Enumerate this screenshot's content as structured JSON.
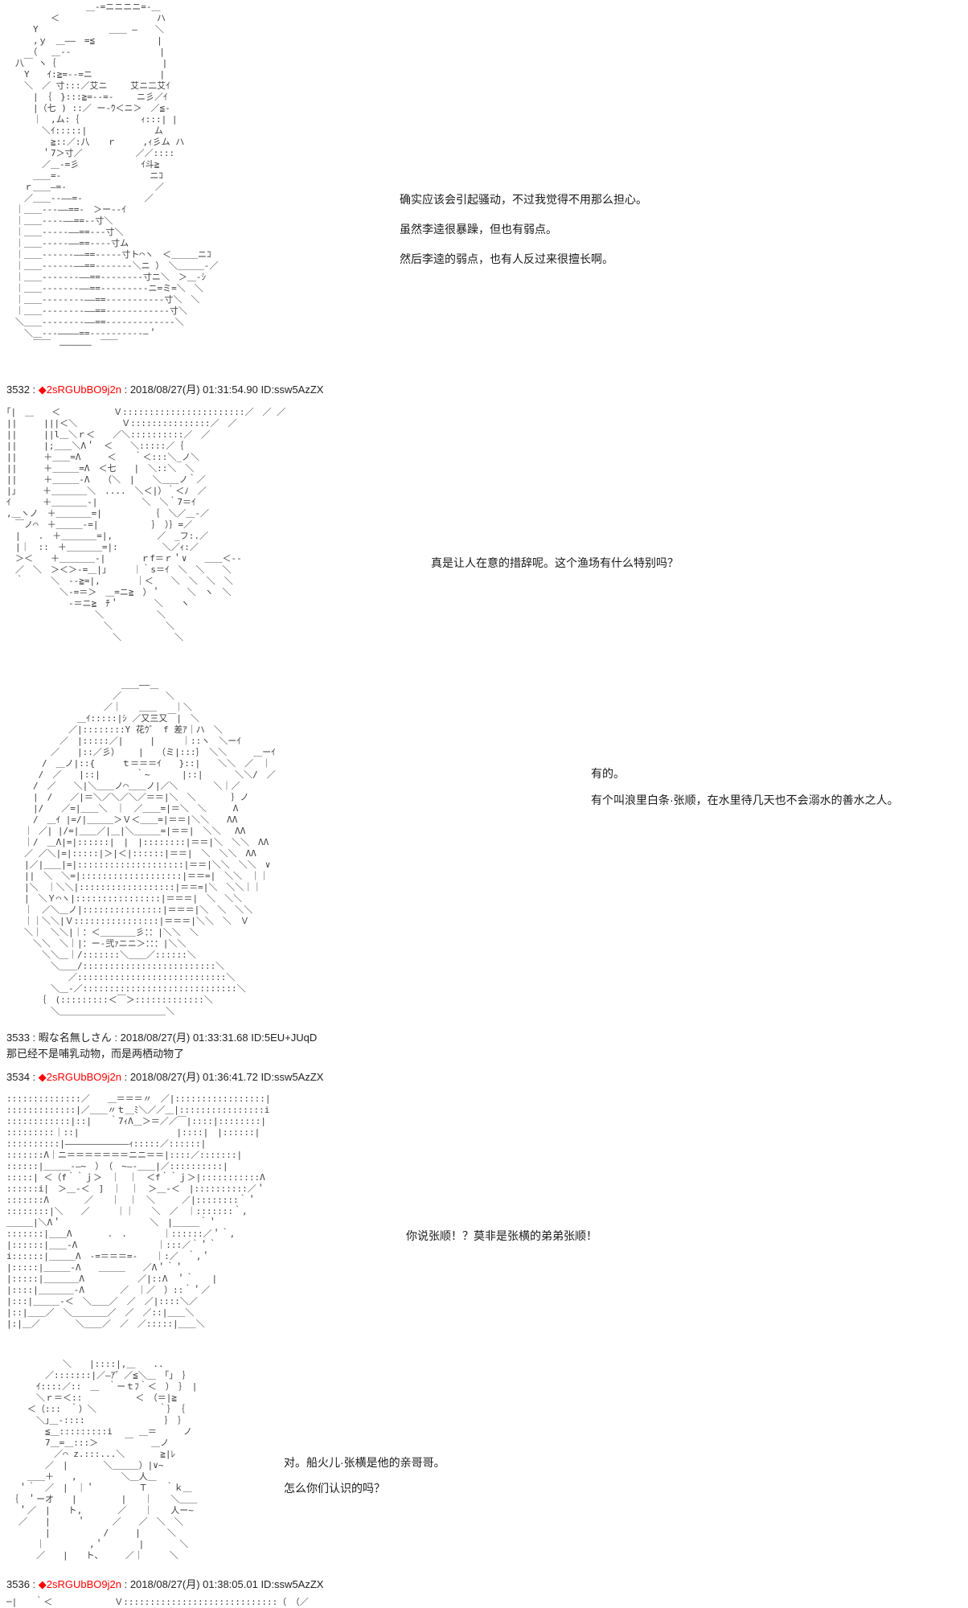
{
  "colors": {
    "background": "#ffffff",
    "text": "#222222",
    "tripcode_red": "#ff0000",
    "aa_text": "#3c3c3c"
  },
  "posts": {
    "p3532": {
      "prefix": "3532 : ",
      "name": "◆2sRGUbBO9j2n",
      "rest": " : 2018/08/27(月) 01:31:54.90 ID:ssw5AzZX"
    },
    "p3533": {
      "prefix": "3533 : ",
      "name": "暇な名無しさん",
      "rest": " : 2018/08/27(月) 01:33:31.68 ID:5EU+JUqD",
      "body": "那已经不是哺乳动物，而是两栖动物了"
    },
    "p3534": {
      "prefix": "3534 : ",
      "name": "◆2sRGUbBO9j2n",
      "rest": " : 2018/08/27(月) 01:36:41.72 ID:ssw5AzZX"
    },
    "p3536": {
      "prefix": "3536 : ",
      "name": "◆2sRGUbBO9j2n",
      "rest": " : 2018/08/27(月) 01:38:05.01 ID:ssw5AzZX"
    }
  },
  "dialogues": {
    "d1": {
      "lines": [
        "确实应该会引起骚动，不过我觉得不用那么担心。",
        "虽然李逵很暴躁，但也有弱点。",
        "然后李逵的弱点，也有人反过来很擅长啊。"
      ]
    },
    "d2": {
      "lines": [
        "真是让人在意的措辞呢。这个渔场有什么特别吗？"
      ]
    },
    "d3": {
      "lines": [
        "有的。",
        "有个叫浪里白条·张顺，在水里待几天也不会溺水的善水之人。"
      ]
    },
    "d4": {
      "lines": [
        "你说张顺！？莫非是张横的弟弟张顺！"
      ]
    },
    "d5": {
      "lines": [
        "对。船火儿·张横是他的亲哥哥。",
        "怎么你们认识的吗？"
      ]
    }
  },
  "ascii_art": {
    "block1": {
      "lines": [
        "　　　　　　　　　＿-=ニニニニ=-＿",
        "　　　　　＜　　　　　　　　　　　ハ",
        "　　　Y　　　　　　　　＿＿ ―　　＼",
        "　　　,ｙ　＿――　=≦　　　　　　　|",
        "　　　（　 ＿--　　　　　　　　　　|",
        "　八￣ ヽ｛　　　　　　　　　　　　|",
        "　　Y　　ｲ:≧=--=ニ　　　　　　　 |",
        "　　＼　／ 寸:::／艾ニ　　 艾ニ二艾ｲ",
        "　　　|　｛　}:::≧=--=-　　 ニ彡／ｲ",
        "　　　|（七 ) ::／ ー-ｳ＜ニ＞　／≦-",
        "　　　｜　,ム:｛　　　　　　　ｨ:::| |",
        "　　　　＼ｲ:::::|　　　　　　　 ム",
        "　　　　　≧::／:八　　ｒ　　　,ｨ彡ム ハ",
        "　　　　＇7＞寸／　　　　　　／／::::",
        "　　　　／＿-=彡　　　　　　　ｲ斗≧",
        "　　　＿＿=-　　　　　　　　　　ニｺ",
        "　　ｒ＿＿―=-　　　　　　　　　　／",
        "　　／＿＿--――=-　　　　　　　／",
        "　｜＿＿---――==-　＞ー--ｲ",
        "　｜＿＿----――==--寸＼",
        "　｜＿＿-----――==---寸＼",
        "　｜＿＿-----――==----寸ム",
        "　｜＿＿------――==-----寸ト⌒ヽ　＜＿＿＿ニｺ",
        "　｜＿＿------――==-------＼ニ ）　＼＿＿＿-／",
        "　｜＿＿-------――==--------寸ニ＼　＞＿-ｼ",
        "　｜＿＿-------――==---------ニ=ミ=＼　＼",
        "　｜＿＿--------――==-----------寸＼　＼",
        "　｜＿＿--------――==------------寸＼",
        "　＼＿＿--------――==-------------＼",
        "　　＼＿---――――==----------―＇",
        "　　　￣￣　――――――　￣￣"
      ]
    },
    "block2": {
      "lines": [
        "｢|　＿　　＜　　　　　　Ｖ:::::::::::::::::::::::／　／ ／",
        "||　　　|||＜＼　　　　　Ｖ:::::::::::::::／　／",
        "||　　　||l＿＼ｒ＜　　／＼::::::::::／　／",
        "||　　　|;＿＿＼Λ＇　＜　　＼:::::／｛",
        "||　　　＋＿＿=Λ　　　＜　　｀＜:::＼_ノ＼",
        "||　　　＋＿＿＿=Λ　＜七　　|　＼::＼　＼",
        "||　　　＋＿＿＿‐Λ　　（＼　|　　＼＿＿ノ｀／",
        "|｣　　　＋＿＿＿＿＼　....　＼＜|）｀＜ﾉ　／",
        "ｲ　　　 ＋＿＿＿＿‐|　　　　　＼　＼｀7＝ｲ",
        ",＿ヽノ　＋＿＿＿＿=|　　　　　　｛　＼／＿-／",
        "　￣ノ⌒　＋＿＿＿‐=|　　　　　　｝　）｝=／",
        "　|　　.　＋＿＿＿＿=|,　　　　　／　_フ:.／",
        "　|｜　::　＋＿＿＿＿=|:　　　　　＼／ｨ:／",
        "　＞＜　　＋＿＿＿＿‐|　　　　ｒf＝ｒ＇∨　　＿＿＜--",
        "　／　＼　＞＜＞-=＿|｣　　　｜｀s＝ｲ　＼　＼　　＼",
        "　｀　　　＼　--≧=|,　　　　｜＜　　＼　＼　＼　＼",
        "　　　　　　＼-=＝＞　＿=ニ≧　）＇　　　＼　ヽ　＼",
        "　　　　　　　-＝ニ≧　ﾁ＇　　　　＼　　ヽ",
        "　　　　　　　　　　＼　　　　　　＼",
        "　　　　　　　　　　　＼　　　　　　＼",
        "　　　　　　　　　　　　＼　　　　　　＼"
      ]
    },
    "block3": {
      "lines": [
        "　　　　　　　　　　　＿＿――＿",
        "　　　　　　　　　　／　　　　　＼",
        "　　　　　　　　　／｜　　＿＿　　｜＼",
        "　　　　　　＿ｲ:::::|ｼ ／又三又￣|　＼",
        "　　　　　／|::::::::Y 花ｳ゛ f 差ｱ｜ハ　＼",
        "　　　　／　|:::::／|　　　|　　　｜::ヽ　＼ーｲ",
        "　　　／　　|::／彡）　　 |　　（ミ|:::｝　＼＼　　　＿ーｲ",
        "　　/　＿ノ|::{　　　ｔ＝＝＝ｲ　　}::|　　＼＼　／　｜",
        "　 /　／　　|::|　　　　｀~　　　 |::|　　　 ＼＼/　／",
        "　/　／　　＼|＼＿＿ノ⌒＿＿ノ|／＼　　　　＼｜／",
        "　|　/　　／|＝＼／＼／＼／＝＝|＼　＼　　　　｝ノ",
        "　|/　　／=|＿＿＼　｜　／＿＿=|＝＼　＼　　　Λ",
        "　/　＿ｲ |=/|＿＿＿＞Ｖ＜＿＿=|＝＝|＼＼　　ΛΛ",
        "｜ ／| |/=|＿＿／|＿|＼＿＿＿=|＝＝|　＼＼　 ΛΛ",
        "｜/　＿Λ|=|::::::|　|　|::::::::|＝＝|＼　＼＼　ΛΛ",
        "／ ／＼|=|:::::|＞|＜|::::::|＝＝|　＼　＼＼　ΛΛ",
        "|／|＿＿|=|::::::::::::::::::::|＝＝|＼＼　＼＼　∨",
        "||　＼　＼=|:::::::::::::::::::|＝＝=|　＼＼　｜｜",
        "|＼　｜＼＼|::::::::::::::::::|＝＝=|＼　＼＼｜｜",
        "|　＼Ｙ⌒ヽ|::::::::::::::::|＝＝＝|　＼　＼＼",
        "｜　／＼＿ノ|:::::::::::::::|＝＝＝|＼　＼　＼＼",
        "｜｜＼＼|Ｖ::::::::::::::::|＝＝＝|＼＼　＼　Ｖ",
        "＼｜　＼＼|｜：＜＿＿＿＿彡：：|＼＼　＼",
        "　＼＼　＼｜|：ー-弐ｧニニ＞：：：|＼＼",
        "　　＼＼＿｜/:::::::＼＿＿／::::::＼",
        "　　　＼＿＿/:::::::::::::::::::::::::＼",
        "　　　　　／::::::::::::::::::::::::::::＼",
        "　　　＼＿-／:::::::::::::::::::::::::::::＼",
        "　　｛　(:::::::::＜￣＞:::::::::::::＼",
        "　　　＼＿＿＿＿＿＿＿＿＿＿＿＿＼"
      ]
    },
    "block4": {
      "lines": [
        "::::::::::::::／　　＿＝＝＝〃　／|:::::::::::::::::|",
        ":::::::::::::|／＿＿〃ｔ＿ﾐ＼／／＿|::::::::::::::::i",
        "::::::::::::|::|　　｀7ｨΛ＿＞＝／／￣|::::|::::::::|",
        ":::::::::｜::|　　　　　　　　　　　|::::|　|::::::|",
        "::::::::::|――――――――――――ｨ:::::／::::::|",
        ":::::::Λ｜ニ＝＝＝＝＝＝＝ニニ＝＝|::::／:::::::|",
        "::::::|＿＿＿-―~　）　（　~―-＿＿|／::::::::::|",
        ":::::| ＜（f｀｀ｊ＞　｜　｜　＜f｀｀ｊ＞|:::::::::::Λ",
        "::::::i|　＞＿-＜　]　｜　｜　＞＿-＜　|::::::::::／＇",
        ":::::::Λ　　　　／　　｜　｜　＼　　　／|::::::::｀＇",
        "::::::::|＼　　／　　　｜｜　　＼　／　｜:::::::｀,",
        "＿＿＿|＼Λ＇　　　　　　　　　　＼　|＿＿＿｀＇",
        ":::::::|＿＿Λ　　　　.　.　　　　｜::::::／＇｀,",
        "|::::::|＿＿‐Λ　　　　　　　　　｜:::／｀＇｀",
        "i::::::|＿＿＿Λ　-=＝＝＝=-　　｜:／　｀,＇",
        "|:::::|＿＿＿‐Λ　　＿＿＿　　／Λ＇｀＇",
        "|:::::|＿＿＿＿Λ　　　　　　／|::Λ　＇｀　　|",
        "|::::|＿＿＿＿‐Λ　　　　／　｜／　）::｀＇／",
        "|:::|＿＿＿-＜　＼＿＿／　／　／|::::＼／",
        "|::|＿＿／　＼＿＿＿＿／　／　／::|＿＿＼",
        "|:|＿／　　　　＼＿＿／　／　／:::::|＿＿＼"
      ]
    },
    "block5": {
      "lines": [
        "　　　　　　＼　　|::::|,＿　　..",
        "　　　　／:::::::|／―ｱ゛／≦＼＿　｢｣　｝",
        "　　　ｲ::::／::　＿　｀ーｔﾌ｀＜　）　｝　|",
        "　　　＼ｒ＝＜::　　　　　　＜　（＝|≧",
        "　　＜（:::　｀）＼　　　　　　　｀｝　｛",
        "　　　＼｣＿-::::　　　　　　　　　｝　｝",
        "　　　　≦＿:::::::::i　　　＿＝　　　ノ",
        "　　　　7＿=＿:::＞　　　￣　　＿ノ",
        "　　　　　／⌒ z.:::...＼　　　　≧|ﾚ",
        "　　　　／　|　　　　＼＿＿＿）|∨~",
        "　　＿＿＋　　,　　　　　＼＿人＿",
        "　＇｀　／　|　｜＇　　　　　Ｔ　　｀ｋ＿",
        "｛　＇ーオ　　|　　　　　|　　｜　　＼＿＿",
        "　＇／　|　　ト,　　　　／　　｜　　人ー~",
        "　／　　|　　　＇　　　／　　／　＼　＼",
        "　　　　|　　　　　　/　　　|　　　＼",
        "　　　｜　　　　　,＇　　　　|　　　　＼",
        "　　　／　　|　　ト、　　　／｜　　　＼"
      ]
    },
    "block6_partial": {
      "lines": [
        "─|　　｀＜　　　　　　　Ｖ:::::::::::::::::::::::::::::（　（／"
      ]
    }
  }
}
